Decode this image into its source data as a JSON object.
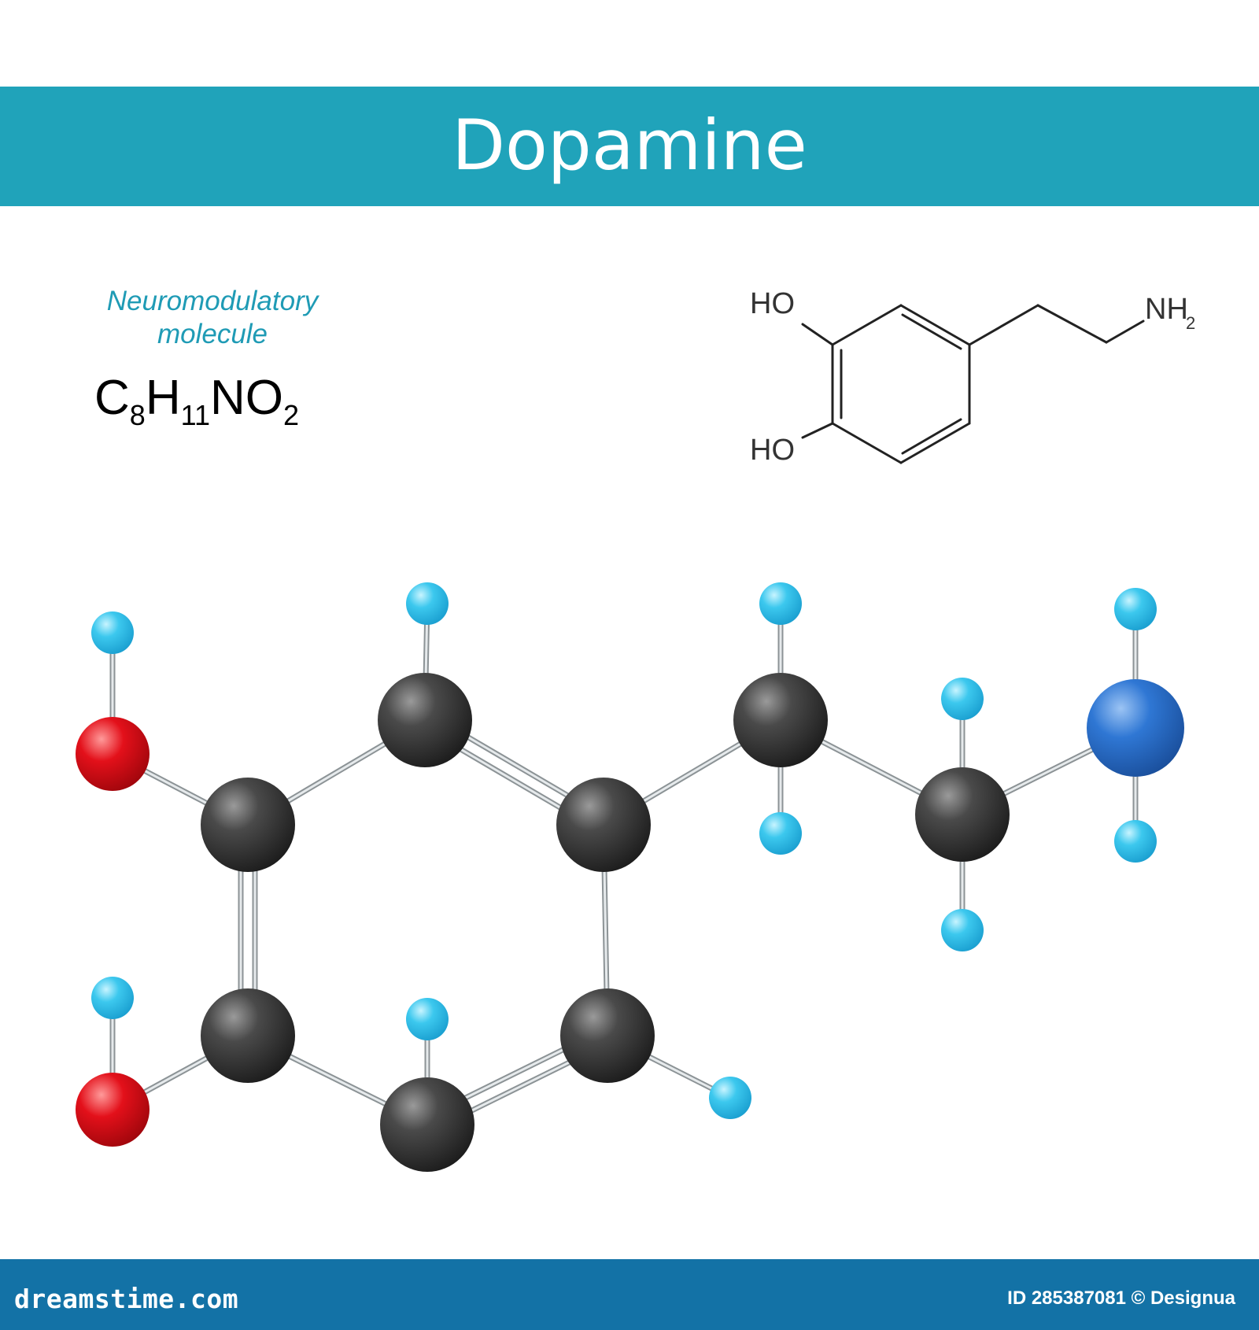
{
  "header": {
    "title": "Dopamine",
    "band_color": "#20a3ba"
  },
  "info": {
    "subtitle_line1": "Neuromodulatory",
    "subtitle_line2": "molecule",
    "formula_parts": [
      "C",
      "8",
      "H",
      "11",
      "NO",
      "2"
    ]
  },
  "skeletal_formula": {
    "label_ho_top": "HO",
    "label_ho_bottom": "HO",
    "label_nh": "NH",
    "label_nh_sub": "2"
  },
  "ball_and_stick": {
    "atom_colors": {
      "carbon": "#3a3a3a",
      "hydrogen": "#3cc8ee",
      "oxygen": "#e3101a",
      "nitrogen": "#2f77d4"
    }
  },
  "footer": {
    "site": "dreamstime.com",
    "id_text": "ID 285387081 © Designua",
    "band_color": "#1372a6"
  }
}
